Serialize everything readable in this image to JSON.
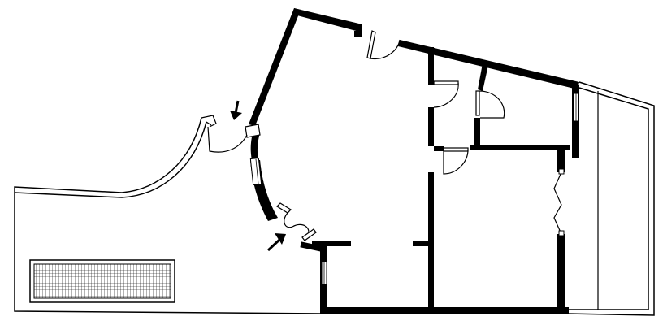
{
  "plan": {
    "wall_color": "#000000",
    "background_color": "#ffffff",
    "grid_pattern_color": "#000000",
    "entry_arrow_icon": "arrow-icon",
    "rooms": [
      "main-hall",
      "upper-right-room",
      "small-room",
      "lower-right-room",
      "terrace",
      "right-balcony"
    ]
  }
}
